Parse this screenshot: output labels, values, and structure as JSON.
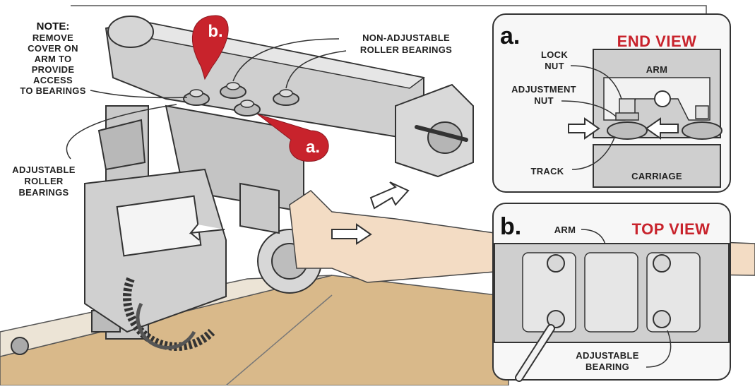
{
  "note": {
    "heading": "NOTE:",
    "lines": [
      "REMOVE",
      "COVER ON",
      "ARM TO",
      "PROVIDE",
      "ACCESS",
      "TO BEARINGS"
    ]
  },
  "labels": {
    "non_adjustable": [
      "NON-ADJUSTABLE",
      "ROLLER BEARINGS"
    ],
    "adjustable": [
      "ADJUSTABLE",
      "ROLLER",
      "BEARINGS"
    ]
  },
  "callouts": {
    "a": "a.",
    "b": "b."
  },
  "inset_a": {
    "letter": "a.",
    "title": "END VIEW",
    "labels": {
      "lock_nut": [
        "LOCK",
        "NUT"
      ],
      "adjustment_nut": [
        "ADJUSTMENT",
        "NUT"
      ],
      "arm": "ARM",
      "track": "TRACK",
      "carriage": "CARRIAGE"
    }
  },
  "inset_b": {
    "letter": "b.",
    "title": "TOP VIEW",
    "labels": {
      "arm": "ARM",
      "adjustable_bearing": [
        "ADJUSTABLE",
        "BEARING"
      ]
    }
  },
  "colors": {
    "accent": "#c8232c",
    "wood": "#d9b98a",
    "metal_light": "#e2e2e2",
    "metal_mid": "#bdbdbd",
    "metal_dark": "#8a8a8a",
    "skin": "#f3dcc4"
  }
}
